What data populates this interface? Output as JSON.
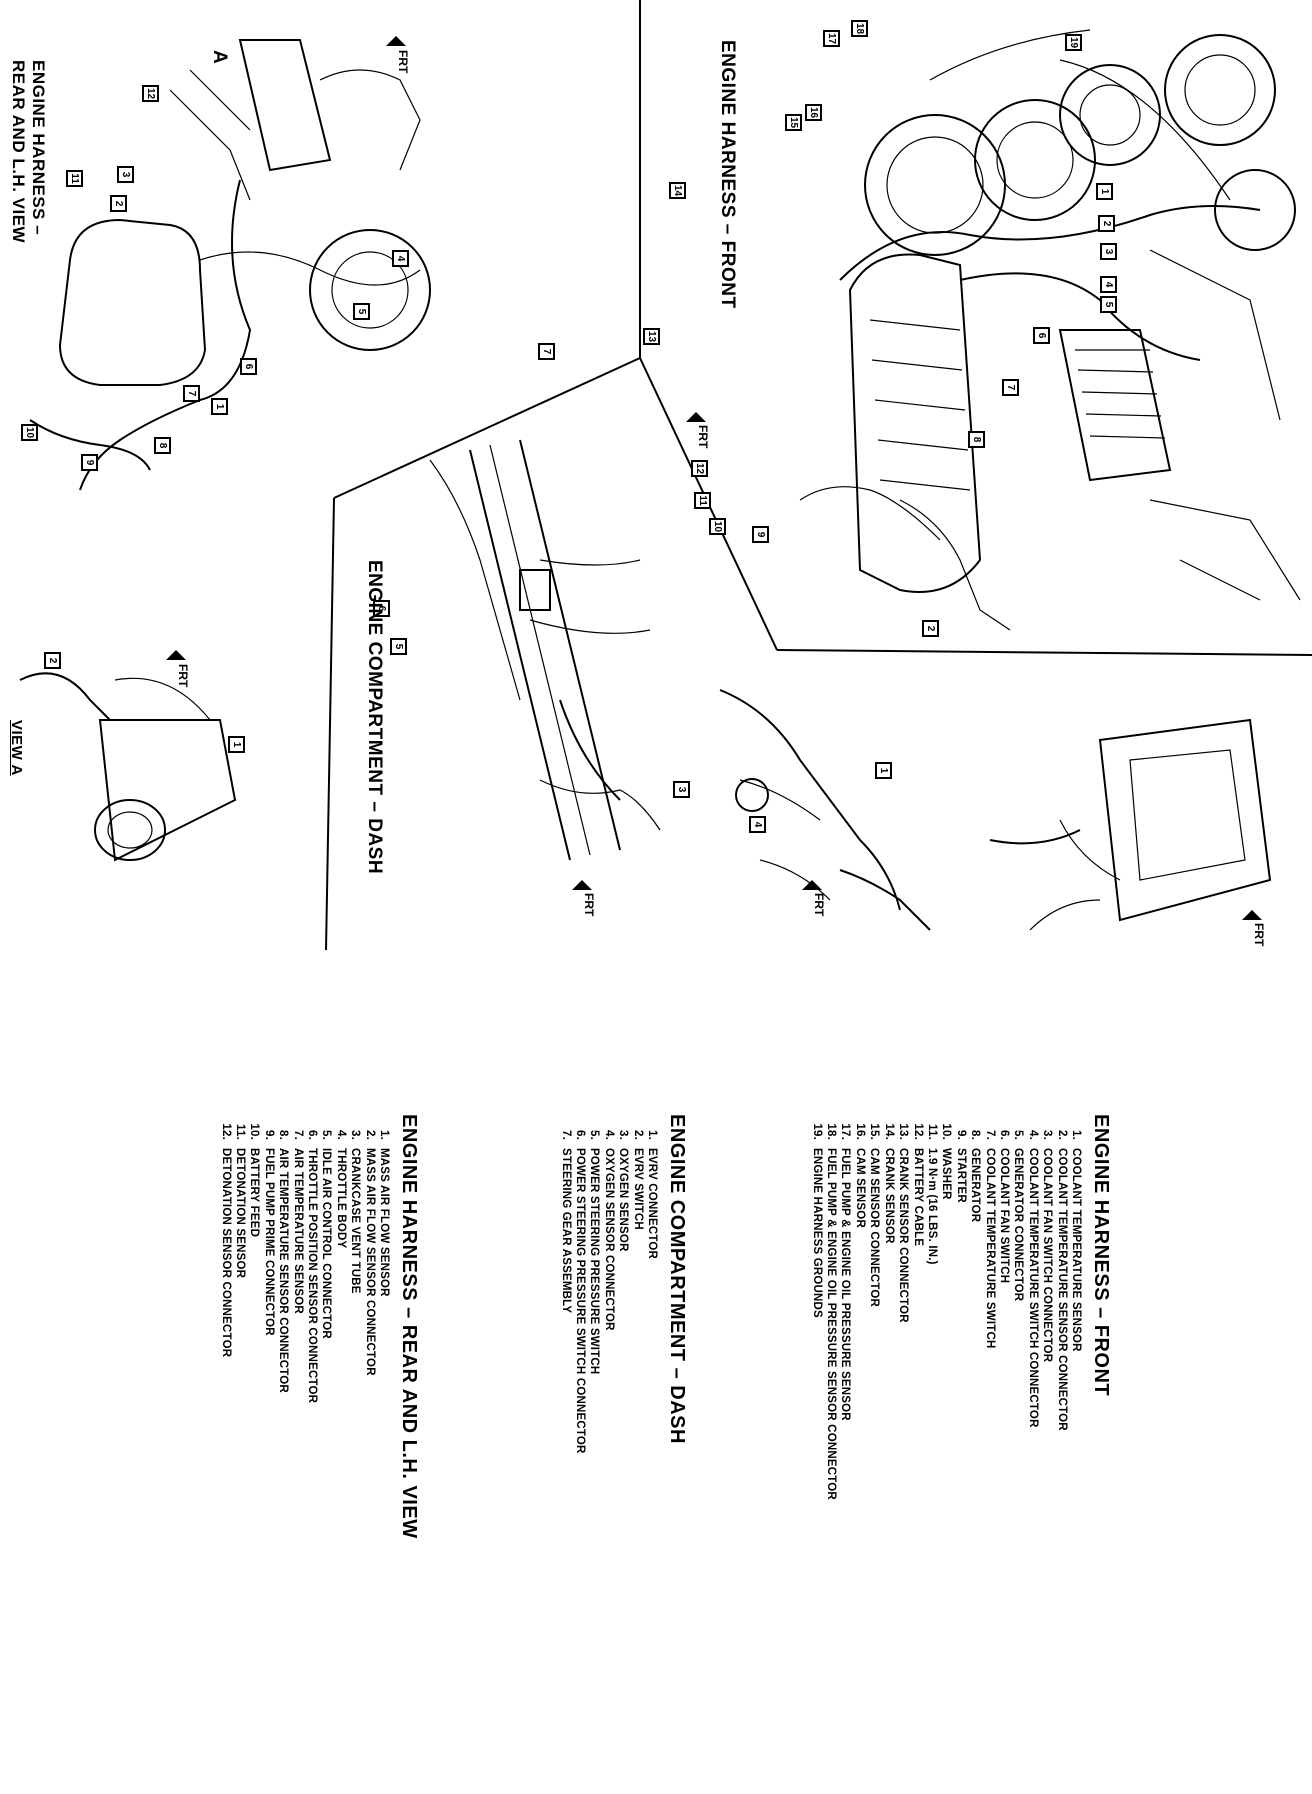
{
  "diagram_titles": {
    "front": "ENGINE HARNESS – FRONT",
    "rear_line1": "ENGINE HARNESS –",
    "rear_line2": "REAR AND L.H. VIEW",
    "dash": "ENGINE COMPARTMENT – DASH",
    "view_a": "VIEW A",
    "view_a_marker": "A"
  },
  "front_marker": "FRT",
  "callouts": {
    "front": [
      "1",
      "2",
      "3",
      "4",
      "5",
      "6",
      "7",
      "8",
      "9",
      "10",
      "11",
      "12",
      "13",
      "14",
      "15",
      "16",
      "17",
      "18",
      "19"
    ],
    "rear": [
      "1",
      "2",
      "3",
      "4",
      "5",
      "6",
      "7",
      "8",
      "9",
      "10",
      "11",
      "12"
    ],
    "dash": [
      "5",
      "6",
      "7"
    ],
    "view_a": [
      "1",
      "2"
    ],
    "detail_top": [
      "1",
      "2"
    ],
    "detail_bottom": [
      "3",
      "4"
    ]
  },
  "legends": [
    {
      "title": "ENGINE HARNESS – FRONT",
      "items": [
        {
          "n": "1.",
          "text": "COOLANT TEMPERATURE SENSOR"
        },
        {
          "n": "2.",
          "text": "COOLANT TEMPERATURE SENSOR CONNECTOR"
        },
        {
          "n": "3.",
          "text": "COOLANT FAN SWITCH CONNECTOR"
        },
        {
          "n": "4.",
          "text": "COOLANT TEMPERATURE SWITCH CONNECTOR"
        },
        {
          "n": "5.",
          "text": "GENERATOR CONNECTOR"
        },
        {
          "n": "6.",
          "text": "COOLANT FAN SWITCH"
        },
        {
          "n": "7.",
          "text": "COOLANT TEMPERATURE SWITCH"
        },
        {
          "n": "8.",
          "text": "GENERATOR"
        },
        {
          "n": "9.",
          "text": "STARTER"
        },
        {
          "n": "10.",
          "text": "WASHER"
        },
        {
          "n": "11.",
          "text": "1.9 N·m (16 LBS. IN.)"
        },
        {
          "n": "12.",
          "text": "BATTERY CABLE"
        },
        {
          "n": "13.",
          "text": "CRANK SENSOR CONNECTOR"
        },
        {
          "n": "14.",
          "text": "CRANK SENSOR"
        },
        {
          "n": "15.",
          "text": "CAM SENSOR CONNECTOR"
        },
        {
          "n": "16.",
          "text": "CAM SENSOR"
        },
        {
          "n": "17.",
          "text": "FUEL PUMP & ENGINE OIL PRESSURE SENSOR"
        },
        {
          "n": "18.",
          "text": "FUEL PUMP & ENGINE OIL PRESSURE SENSOR CONNECTOR"
        },
        {
          "n": "19.",
          "text": "ENGINE HARNESS GROUNDS"
        }
      ]
    },
    {
      "title": "ENGINE COMPARTMENT – DASH",
      "items": [
        {
          "n": "1.",
          "text": "EVRV CONNECTOR"
        },
        {
          "n": "2.",
          "text": "EVRV SWITCH"
        },
        {
          "n": "3.",
          "text": "OXYGEN SENSOR"
        },
        {
          "n": "4.",
          "text": "OXYGEN SENSOR CONNECTOR"
        },
        {
          "n": "5.",
          "text": "POWER STEERING PRESSURE SWITCH"
        },
        {
          "n": "6.",
          "text": "POWER STEERING PRESSURE SWITCH CONNECTOR"
        },
        {
          "n": "7.",
          "text": "STEERING GEAR ASSEMBLY"
        }
      ]
    },
    {
      "title": "ENGINE HARNESS – REAR AND L.H. VIEW",
      "items": [
        {
          "n": "1.",
          "text": "MASS AIR FLOW SENSOR"
        },
        {
          "n": "2.",
          "text": "MASS AIR FLOW SENSOR CONNECTOR"
        },
        {
          "n": "3.",
          "text": "CRANKCASE VENT TUBE"
        },
        {
          "n": "4.",
          "text": "THROTTLE BODY"
        },
        {
          "n": "5.",
          "text": "IDLE AIR CONTROL CONNECTOR"
        },
        {
          "n": "6.",
          "text": "THROTTLE POSITION SENSOR CONNECTOR"
        },
        {
          "n": "7.",
          "text": "AIR TEMPERATURE SENSOR"
        },
        {
          "n": "8.",
          "text": "AIR TEMPERATURE SENSOR CONNECTOR"
        },
        {
          "n": "9.",
          "text": "FUEL PUMP PRIME CONNECTOR"
        },
        {
          "n": "10.",
          "text": "BATTERY FEED"
        },
        {
          "n": "11.",
          "text": "DETONATION SENSOR"
        },
        {
          "n": "12.",
          "text": "DETONATION SENSOR CONNECTOR"
        }
      ]
    }
  ]
}
